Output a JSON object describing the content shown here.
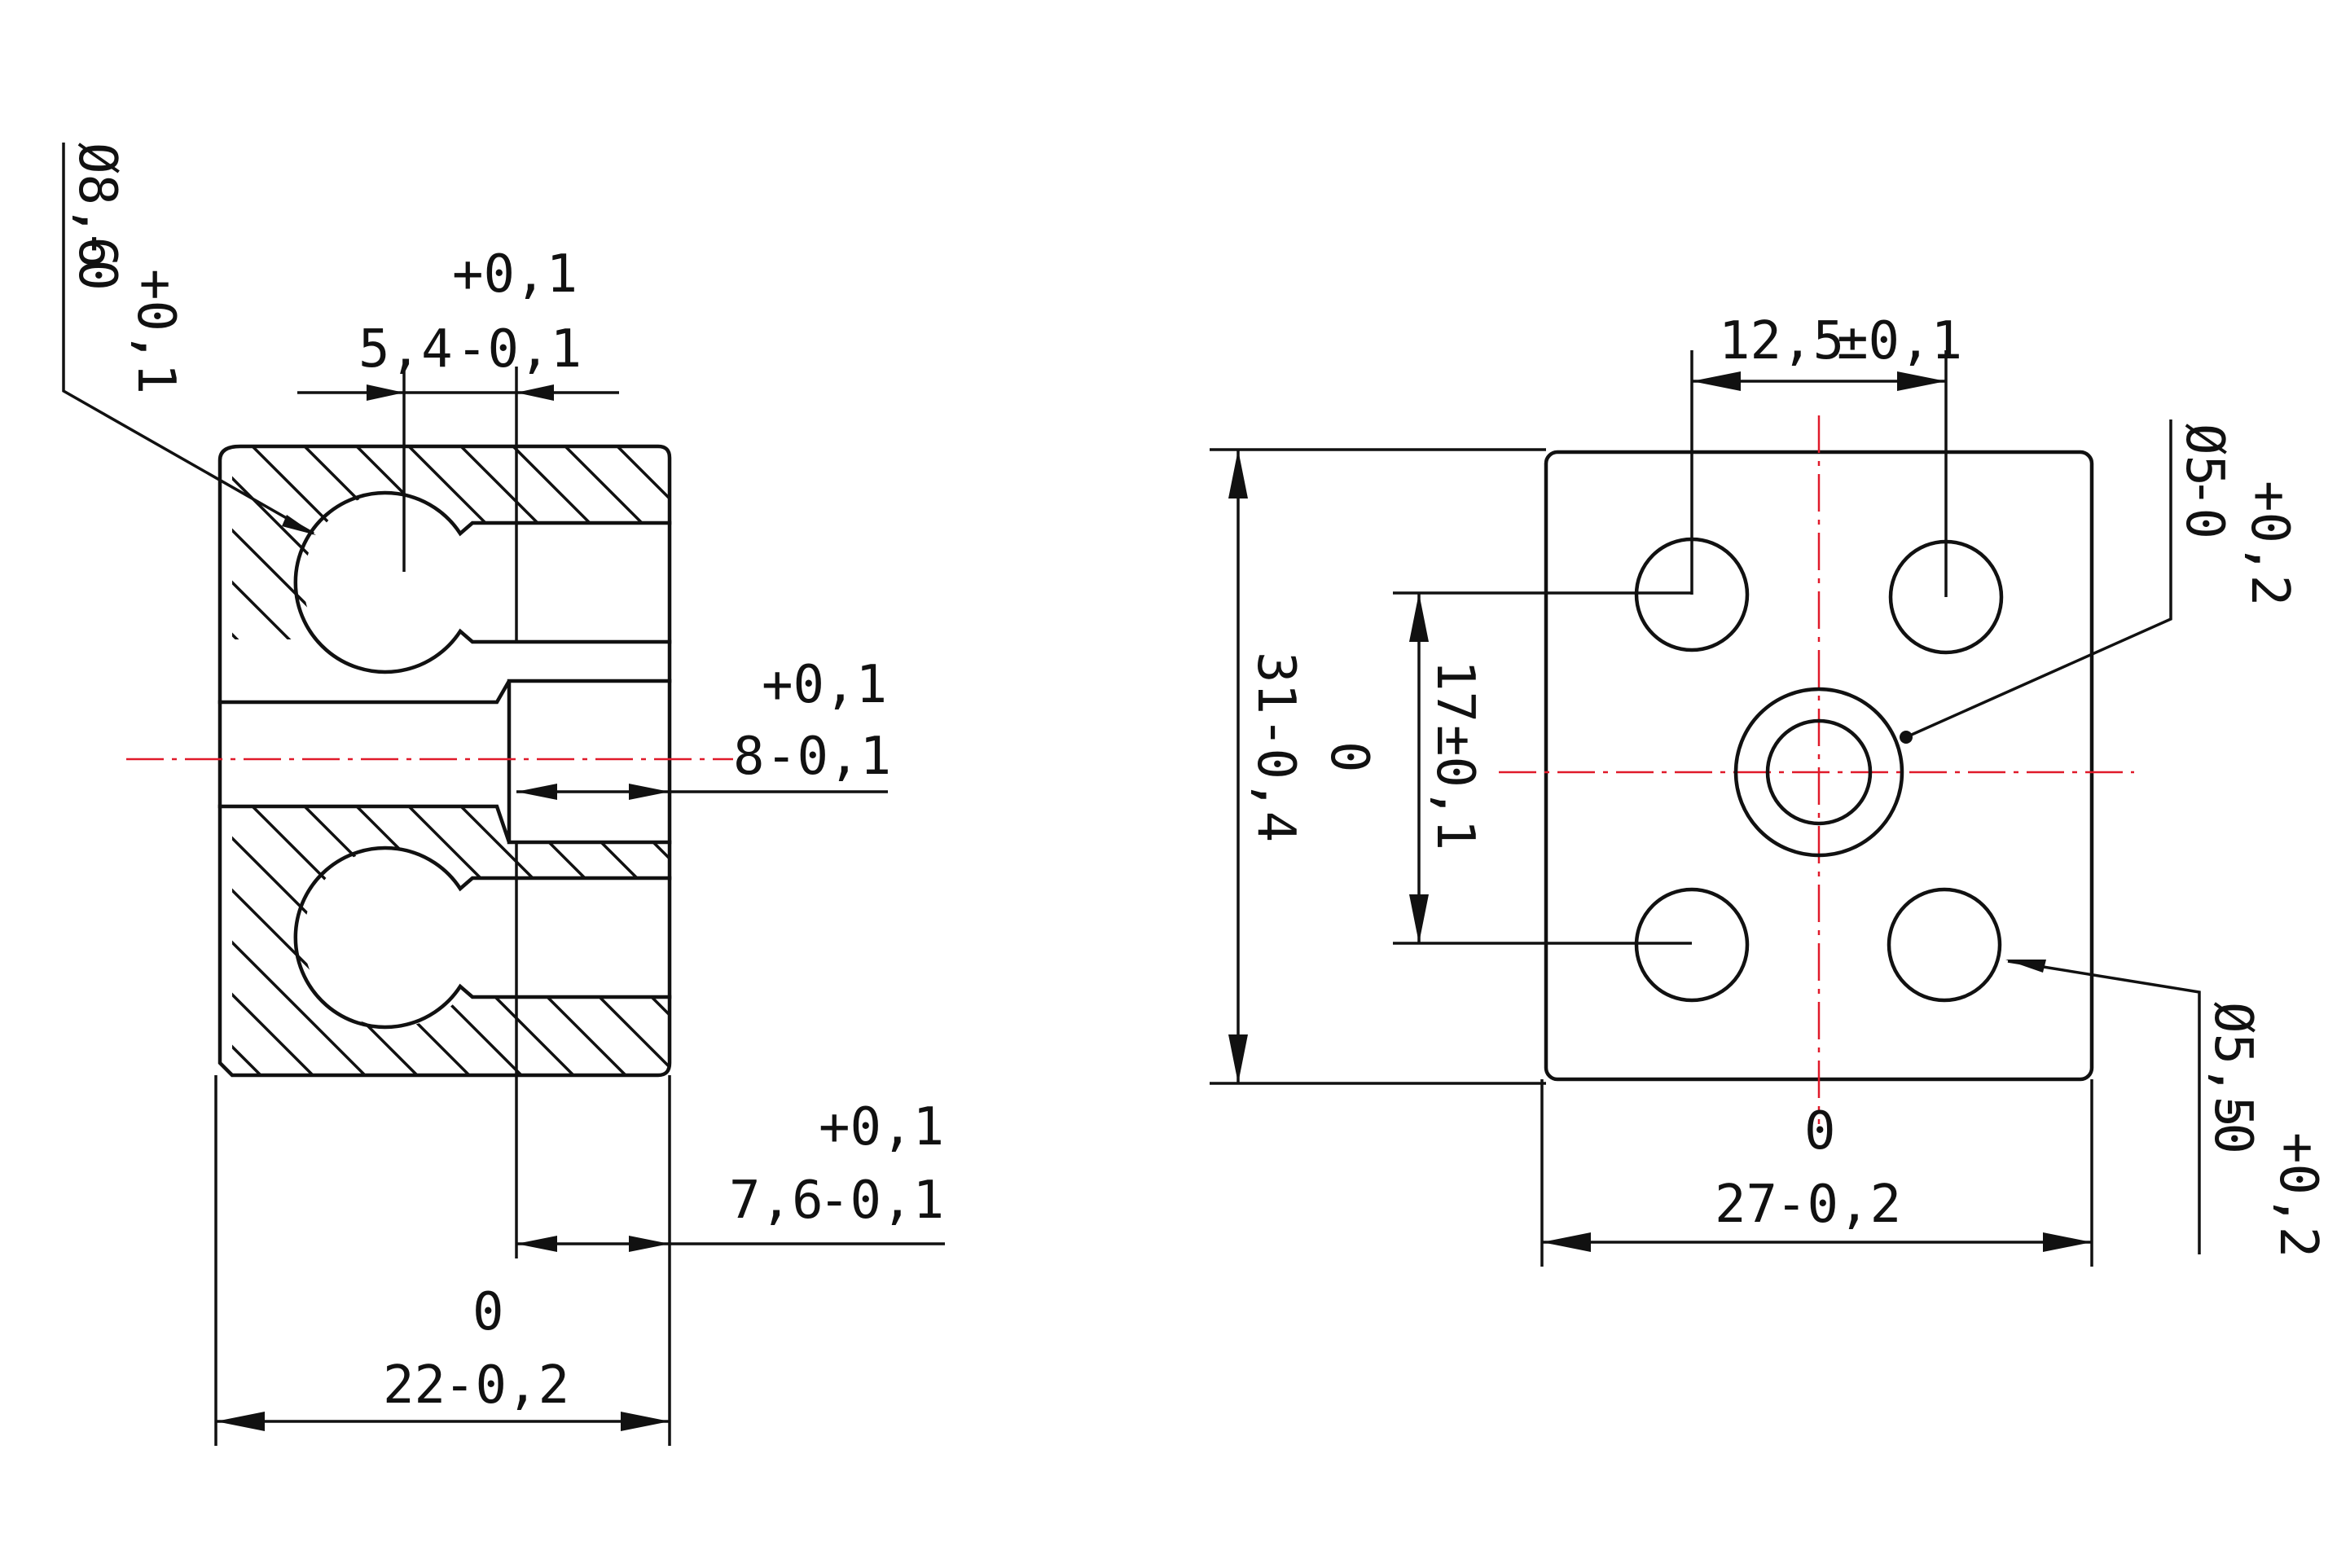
{
  "colors": {
    "line": "#111111",
    "centerline": "#e01a2a",
    "background": "#ffffff"
  },
  "section_view": {
    "ball_diameter": {
      "symbol": "Ø8,6",
      "nominal": "8,6",
      "upper_tol": "+0,1",
      "lower_tol": "-0"
    },
    "neck_width": {
      "nominal": "5,4",
      "upper_tol": "+0,1",
      "lower_tol": "-0,1"
    },
    "bore_depth": {
      "nominal": "8",
      "upper_tol": "+0,1",
      "lower_tol": "-0,1"
    },
    "step_length": {
      "nominal": "7,6",
      "upper_tol": "+0,1",
      "lower_tol": "-0,1"
    },
    "total_width": {
      "nominal": "22",
      "upper_tol": "0",
      "lower_tol": "-0,2"
    }
  },
  "front_view": {
    "hole_spacing_x": {
      "nominal": "12,5",
      "tol": "±0,1"
    },
    "hole_spacing_y": {
      "nominal": "17",
      "tol": "±0,1"
    },
    "center_hole_diameter": {
      "symbol": "Ø5",
      "nominal": "5",
      "upper_tol": "+0,2",
      "lower_tol": "-0"
    },
    "corner_hole_diameter": {
      "symbol": "Ø5,5",
      "nominal": "5,5",
      "upper_tol": "+0,2",
      "lower_tol": "-0"
    },
    "height": {
      "nominal": "31",
      "upper_tol": "0",
      "lower_tol": "-0,4"
    },
    "width": {
      "nominal": "27",
      "upper_tol": "0",
      "lower_tol": "-0,2"
    }
  }
}
